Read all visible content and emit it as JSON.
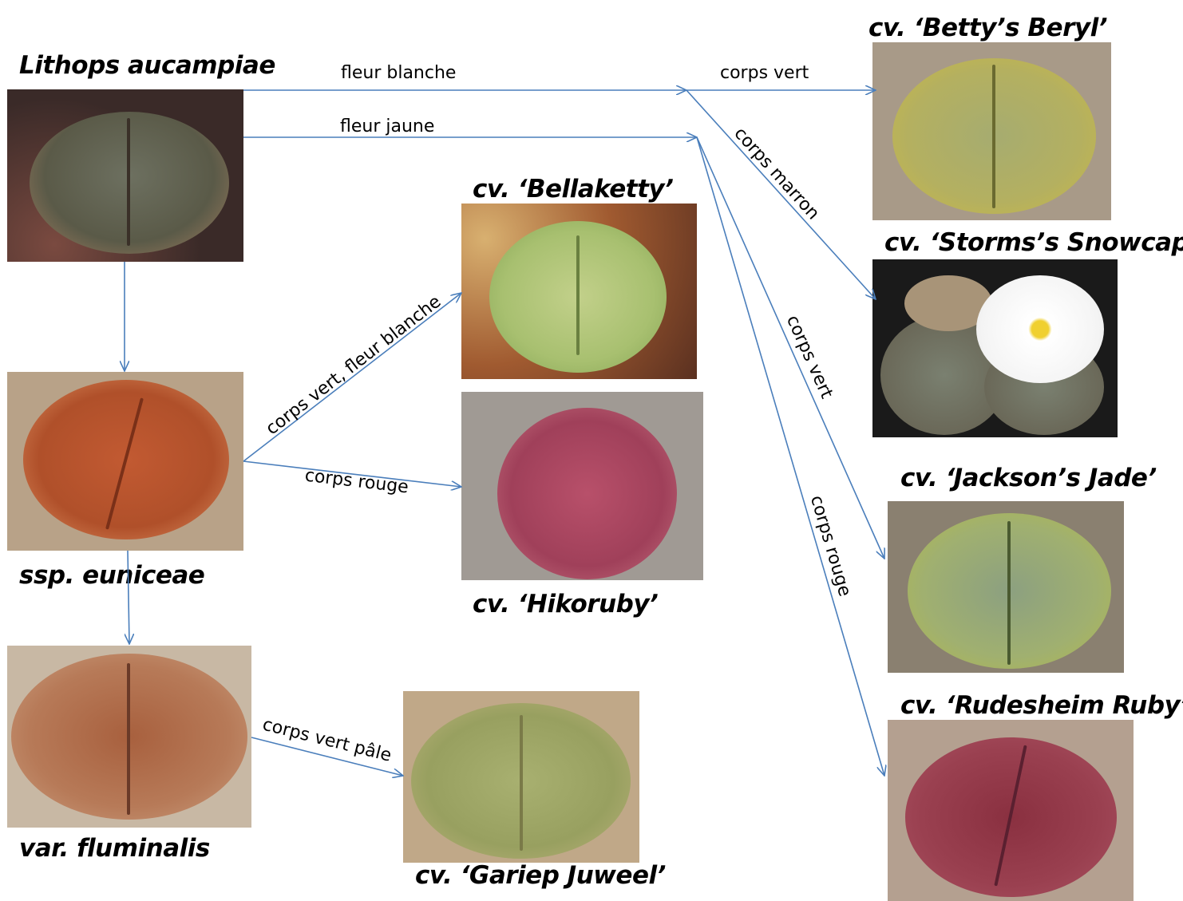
{
  "colors": {
    "arrow": "#4a7ebb",
    "background": "#ffffff"
  },
  "nodes": {
    "aucampiae": {
      "label": "Lithops aucampiae"
    },
    "euniceae": {
      "label": "ssp. euniceae"
    },
    "fluminalis": {
      "label": "var. fluminalis"
    },
    "bellaketty": {
      "label": "cv. ‘Bellaketty’"
    },
    "hikoruby": {
      "label": "cv. ‘Hikoruby’"
    },
    "gariep": {
      "label": "cv. ‘Gariep Juweel’"
    },
    "betty": {
      "label": "cv. ‘Betty’s Beryl’"
    },
    "storms": {
      "label": "cv. ‘Storms’s Snowcap’"
    },
    "jackson": {
      "label": "cv. ‘Jackson’s Jade’"
    },
    "rudesheim": {
      "label": "cv. ‘Rudesheim Ruby’"
    }
  },
  "edges": {
    "fleur_blanche": "fleur blanche",
    "fleur_jaune": "fleur jaune",
    "corps_vert_top": "corps vert",
    "corps_marron": "corps marron",
    "corps_vert_right": "corps vert",
    "corps_rouge_right": "corps rouge",
    "corps_vert_fleur_blanche": "corps vert, fleur blanche",
    "corps_rouge_mid": "corps rouge",
    "corps_vert_pale": "corps vert pâle"
  }
}
